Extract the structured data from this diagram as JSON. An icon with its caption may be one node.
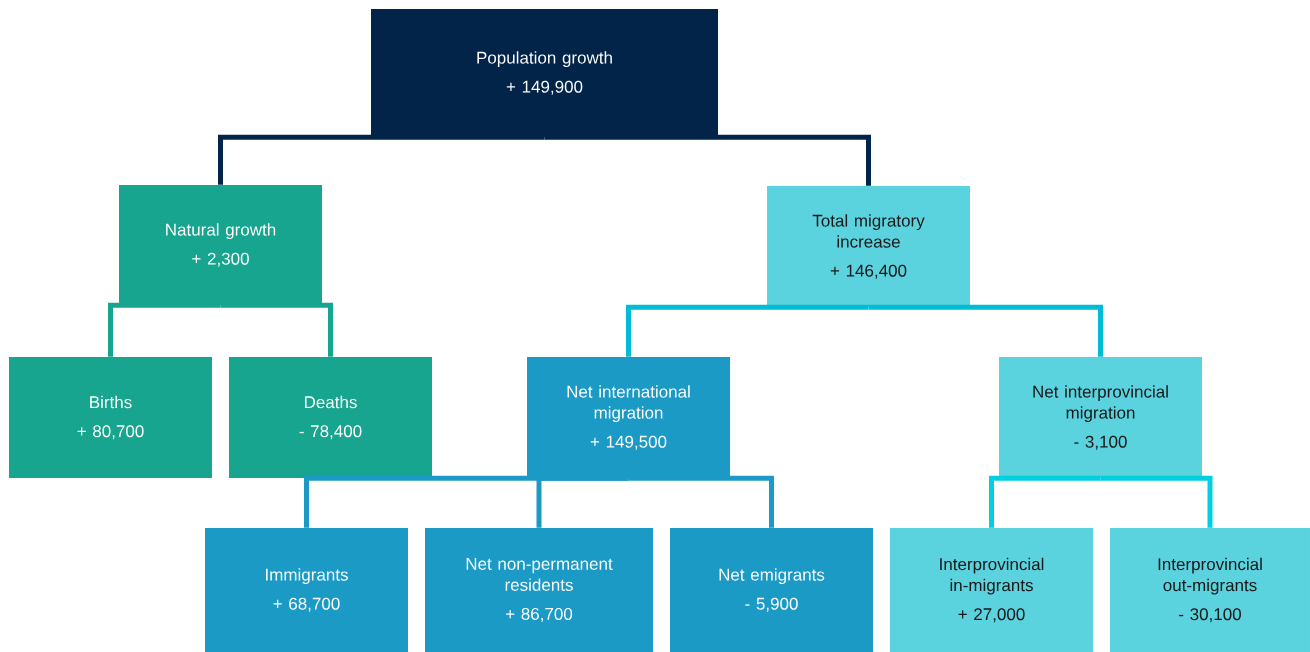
{
  "diagram": {
    "nodes": [
      {
        "text": [
          "Population growth",
          "+ 149,900"
        ]
      },
      {
        "text": [
          "Natural growth",
          "+ 2,300"
        ]
      },
      {
        "text": [
          "Total migratory increase",
          "+ 146,400"
        ]
      },
      {
        "text": [
          "Births",
          "+ 80,700"
        ]
      },
      {
        "text": [
          "Deaths",
          "- 78,400"
        ]
      },
      {
        "text": [
          "Net international migration",
          "+ 149,500"
        ]
      },
      {
        "text": [
          "Net interprovincial migration",
          "- 3,100"
        ]
      },
      {
        "text": [
          "Immigrants",
          "+ 68,700"
        ]
      },
      {
        "text": [
          "Net non-permanent residents",
          "+ 86,700"
        ]
      },
      {
        "text": [
          "Net emigrants",
          "- 5,900"
        ]
      },
      {
        "text": [
          "Interprovincial in-migrants",
          "+ 27,000"
        ]
      },
      {
        "text": [
          "Interprovincial out-migrants",
          "- 30,100"
        ]
      }
    ],
    "edges": [
      {
        "from": 0,
        "to": 1,
        "arrow": "none",
        "color": "#032449"
      },
      {
        "from": 0,
        "to": 2,
        "arrow": "none",
        "color": "#032449"
      },
      {
        "from": 1,
        "to": 3,
        "arrow": "none",
        "color": "#17a58f"
      },
      {
        "from": 1,
        "to": 4,
        "arrow": "none",
        "color": "#17a58f"
      },
      {
        "from": 2,
        "to": 5,
        "arrow": "none",
        "color": "#00bcd4"
      },
      {
        "from": 2,
        "to": 6,
        "arrow": "none",
        "color": "#00bcd4"
      },
      {
        "from": 5,
        "to": 7,
        "arrow": "none",
        "color": "#1c9ac6"
      },
      {
        "from": 5,
        "to": 8,
        "arrow": "none",
        "color": "#1c9ac6"
      },
      {
        "from": 5,
        "to": 9,
        "arrow": "none",
        "color": "#1c9ac6"
      },
      {
        "from": 6,
        "to": 10,
        "arrow": "none",
        "color": "#00cfe0"
      },
      {
        "from": 6,
        "to": 11,
        "arrow": "none",
        "color": "#00cfe0"
      }
    ]
  }
}
